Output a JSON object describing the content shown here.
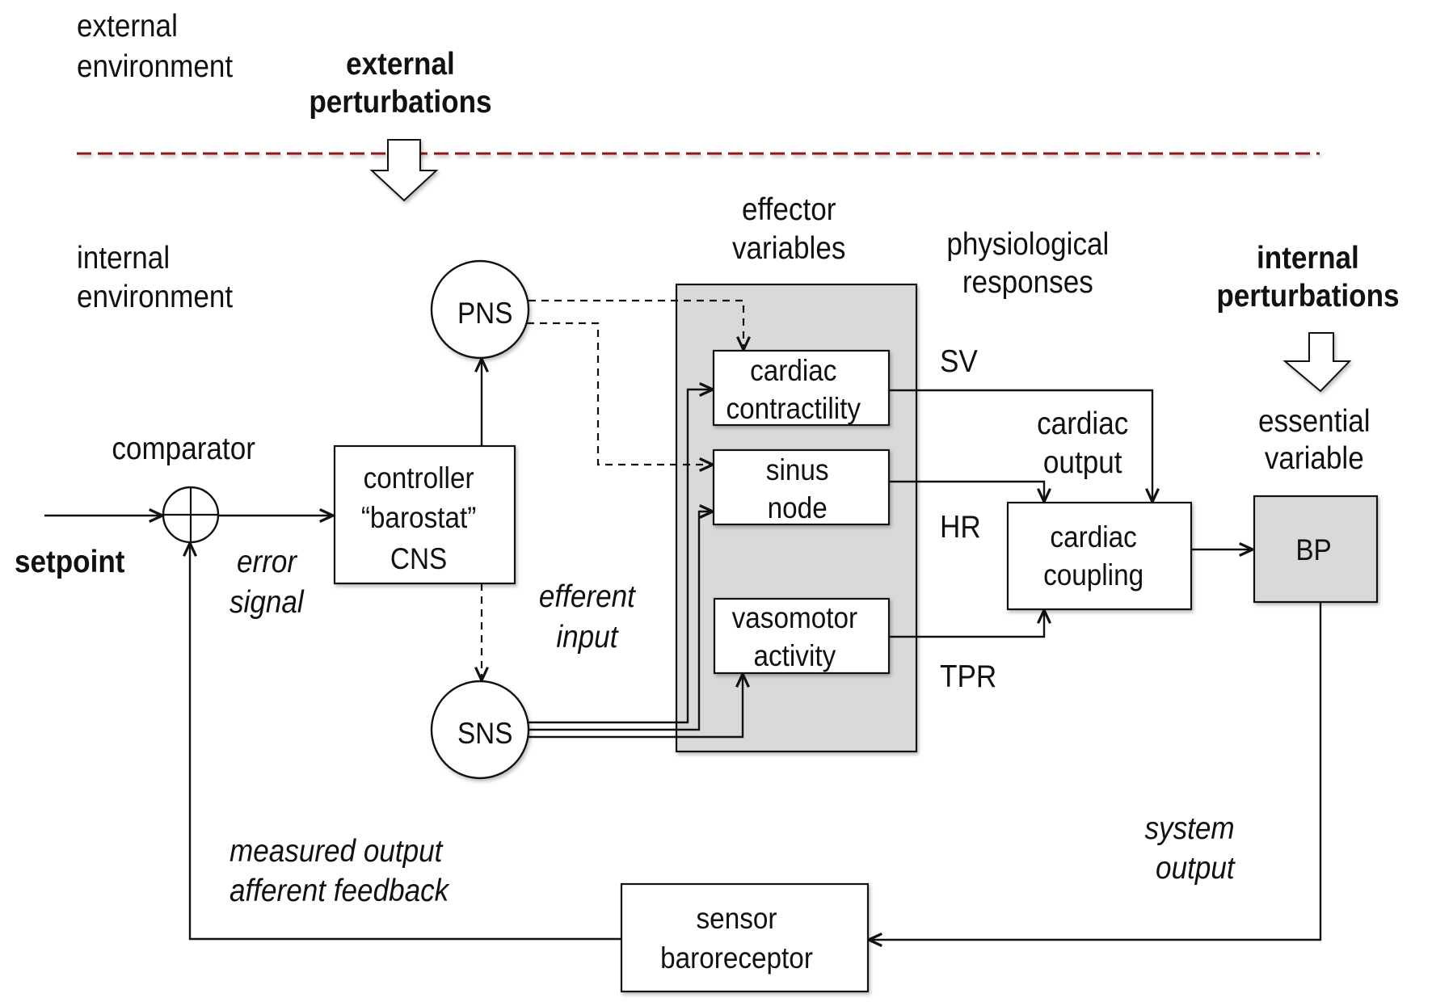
{
  "colors": {
    "line": "#111111",
    "effector_panel_fill": "#d9d9d9",
    "bp_fill": "#d9d9d9",
    "boundary_dash": "#8b1a1a",
    "box_fill": "#ffffff"
  },
  "regions": {
    "external_env": [
      "external",
      "environment"
    ],
    "internal_env": [
      "internal",
      "environment"
    ],
    "external_perturbations": [
      "external",
      "perturbations"
    ],
    "internal_perturbations": [
      "internal",
      "perturbations"
    ]
  },
  "headers": {
    "effector_variables": [
      "effector",
      "variables"
    ],
    "physiological_responses": [
      "physiological",
      "responses"
    ],
    "essential_variable": [
      "essential",
      "variable"
    ]
  },
  "nodes": {
    "comparator": {
      "label": "comparator"
    },
    "setpoint": {
      "label": "setpoint"
    },
    "error_signal": [
      "error",
      "signal"
    ],
    "controller": [
      "controller",
      "“barostat”",
      "CNS"
    ],
    "pns": {
      "label": "PNS"
    },
    "sns": {
      "label": "SNS"
    },
    "efferent_input": [
      "efferent",
      "input"
    ],
    "cardiac_contractility": [
      "cardiac",
      "contractility"
    ],
    "sinus_node": [
      "sinus",
      "node"
    ],
    "vasomotor_activity": [
      "vasomotor",
      "activity"
    ],
    "cardiac_coupling": [
      "cardiac",
      "coupling"
    ],
    "cardiac_output": [
      "cardiac",
      "output"
    ],
    "bp": {
      "label": "BP"
    },
    "sensor": [
      "sensor",
      "baroreceptor"
    ],
    "system_output": [
      "system",
      "output"
    ],
    "measured_output": [
      "measured output",
      "afferent feedback"
    ]
  },
  "signals": {
    "sv": "SV",
    "hr": "HR",
    "tpr": "TPR"
  },
  "edges": [
    {
      "from": "setpoint",
      "to": "comparator",
      "style": "solid"
    },
    {
      "from": "comparator",
      "to": "controller",
      "style": "solid"
    },
    {
      "from": "controller",
      "to": "pns",
      "style": "solid"
    },
    {
      "from": "controller",
      "to": "sns",
      "style": "dashed"
    },
    {
      "from": "pns",
      "to": "cardiac_contractility",
      "style": "dashed"
    },
    {
      "from": "pns",
      "to": "sinus_node",
      "style": "dashed"
    },
    {
      "from": "sns",
      "to": "cardiac_contractility",
      "style": "solid"
    },
    {
      "from": "sns",
      "to": "sinus_node",
      "style": "solid"
    },
    {
      "from": "sns",
      "to": "vasomotor_activity",
      "style": "solid"
    },
    {
      "from": "cardiac_contractility",
      "to": "cardiac_coupling",
      "label": "SV",
      "style": "solid"
    },
    {
      "from": "sinus_node",
      "to": "cardiac_coupling",
      "label": "HR",
      "style": "solid"
    },
    {
      "from": "vasomotor_activity",
      "to": "cardiac_coupling",
      "label": "TPR",
      "style": "solid"
    },
    {
      "from": "cardiac_coupling",
      "to": "bp",
      "style": "solid"
    },
    {
      "from": "bp",
      "to": "sensor",
      "label": "system output",
      "style": "solid"
    },
    {
      "from": "sensor",
      "to": "comparator",
      "label": "measured output afferent feedback",
      "style": "solid"
    }
  ]
}
